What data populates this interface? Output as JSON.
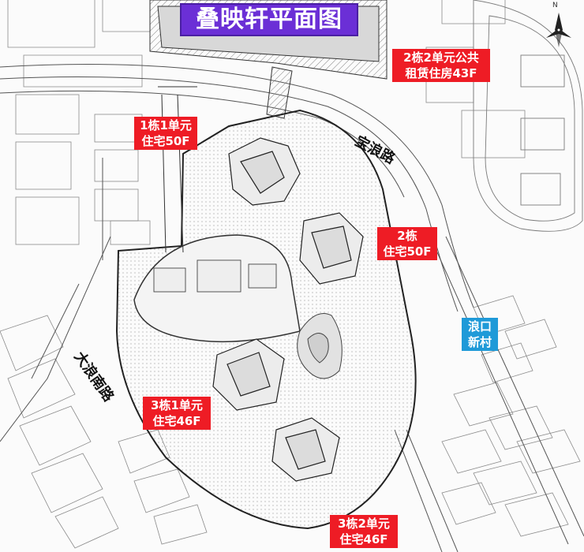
{
  "title": "叠映轩平面图",
  "colors": {
    "title_bg": "#6b2fd6",
    "label_red": "#ee1c25",
    "label_blue": "#1f9ad8",
    "line": "#3a3a3a"
  },
  "labels": {
    "building_2_unit_2": [
      "2栋2单元公共",
      "租赁住房43F"
    ],
    "building_1_unit_1": [
      "1栋1单元",
      "住宅50F"
    ],
    "building_2": [
      "2栋",
      "住宅50F"
    ],
    "building_3_unit_1": [
      "3栋1单元",
      "住宅46F"
    ],
    "building_3_unit_2": [
      "3栋2单元",
      "住宅46F"
    ],
    "village": [
      "浪口",
      "新村"
    ]
  },
  "roads": {
    "baolang": "宝浪路",
    "dalang_south": "大浪南路"
  },
  "compass": {
    "north_letter": "N"
  },
  "icons": [
    "compass-rose-icon"
  ]
}
